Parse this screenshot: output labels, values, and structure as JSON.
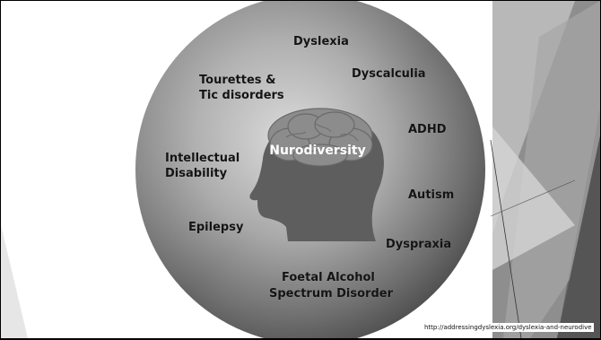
{
  "diagram": {
    "center_label": "Nurodiversity",
    "conditions": [
      "Dyslexia",
      "Dyscalculia",
      "Tourettes &",
      "Tic disorders",
      "ADHD",
      "Intellectual",
      "Disability",
      "Autism",
      "Epilepsy",
      "Dyspraxia",
      "Foetal Alcohol",
      "Spectrum Disorder"
    ]
  },
  "source_url": "http://addressingdyslexia.org/dyslexia-and-neurodive",
  "colors": {
    "frame": "#000000",
    "circle_light": "#d6d6d6",
    "circle_mid": "#9a9a9a",
    "circle_dark": "#565656",
    "head": "#5e5e5e",
    "brain": "#8a8a8a",
    "label_text": "#141414"
  }
}
